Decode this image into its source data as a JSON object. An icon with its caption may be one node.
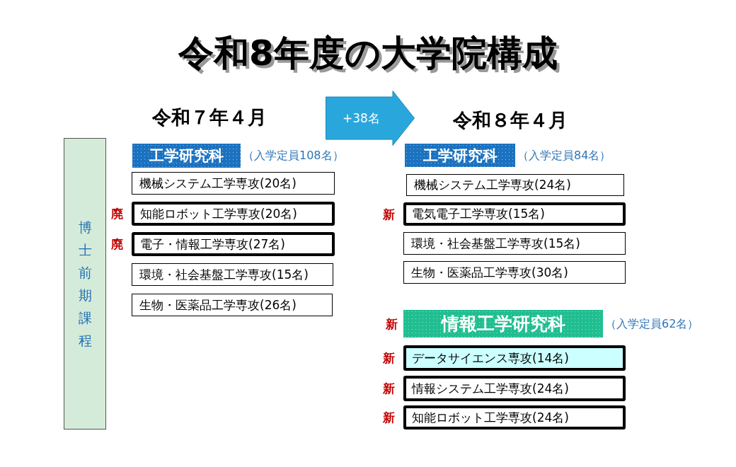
{
  "diagram": {
    "title": "令和8年度の大学院構成",
    "nodes": [
      {
        "text": [
          "博士前期課程"
        ]
      },
      {
        "text": [
          "工学研究科"
        ],
        "beside": [
          "（入学定員108名）"
        ]
      },
      {
        "text": [
          "機械システム工学専攻(20名)"
        ]
      },
      {
        "text": [
          "知能ロボット工学専攻(20名)"
        ],
        "beside": [
          "廃"
        ]
      },
      {
        "text": [
          "電子・情報工学専攻(27名)"
        ],
        "beside": [
          "廃"
        ]
      },
      {
        "text": [
          "環境・社会基盤工学専攻(15名)"
        ]
      },
      {
        "text": [
          "生物・医薬品工学専攻(26名)"
        ]
      },
      {
        "text": [
          "+38名"
        ]
      },
      {
        "text": [
          "工学研究科"
        ],
        "beside": [
          "（入学定員84名）"
        ]
      },
      {
        "text": [
          "機械システム工学専攻(24名)"
        ]
      },
      {
        "text": [
          "電気電子工学専攻(15名)"
        ],
        "beside": [
          "新"
        ]
      },
      {
        "text": [
          "環境・社会基盤工学専攻(15名)"
        ]
      },
      {
        "text": [
          "生物・医薬品工学専攻(30名)"
        ]
      },
      {
        "text": [
          "情報工学研究科"
        ],
        "beside": [
          "新",
          "（入学定員62名）"
        ]
      },
      {
        "text": [
          "データサイエンス専攻(14名)"
        ],
        "beside": [
          "新"
        ]
      },
      {
        "text": [
          "情報システム工学専攻(24名)"
        ],
        "beside": [
          "新"
        ]
      },
      {
        "text": [
          "知能ロボット工学専攻(24名)"
        ],
        "beside": [
          "新"
        ]
      }
    ],
    "edges": [],
    "labels": [
      "令和７年４月",
      "令和８年４月"
    ]
  }
}
